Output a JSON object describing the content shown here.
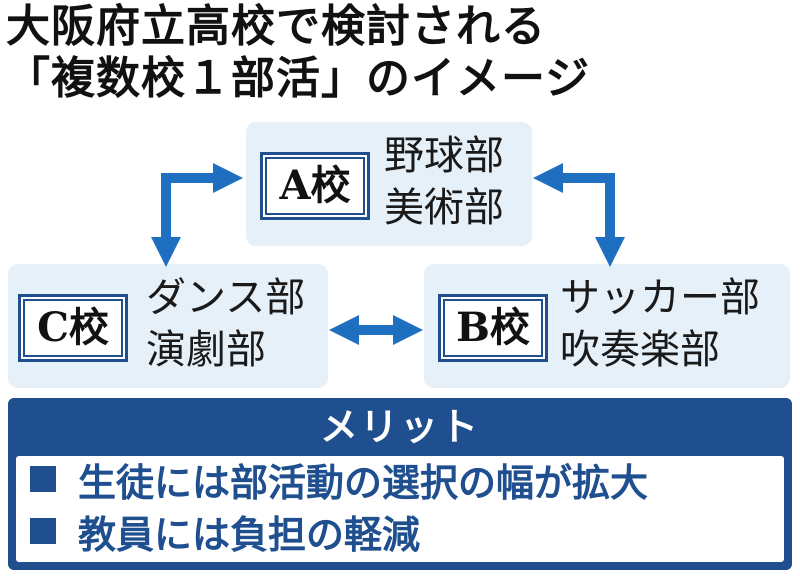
{
  "title": {
    "line1": "大阪府立高校で検討される",
    "line2": "「複数校１部活」のイメージ"
  },
  "schools": {
    "a": {
      "name": "A校",
      "clubs": [
        "野球部",
        "美術部"
      ]
    },
    "b": {
      "name": "B校",
      "clubs": [
        "サッカー部",
        "吹奏楽部"
      ]
    },
    "c": {
      "name": "C校",
      "clubs": [
        "ダンス部",
        "演劇部"
      ]
    }
  },
  "merits": {
    "heading": "メリット",
    "items": [
      "生徒には部活動の選択の幅が拡大",
      "教員には負担の軽減"
    ]
  },
  "colors": {
    "accent": "#1f4f8f",
    "node_background": "#e6f0f8",
    "arrow": "#1f6fc0"
  }
}
